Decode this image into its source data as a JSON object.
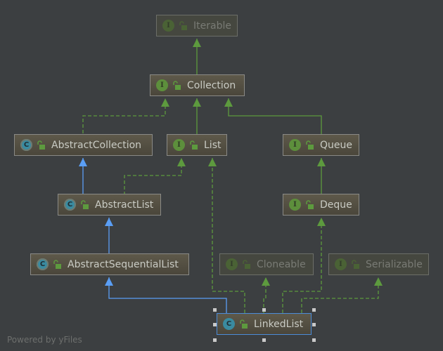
{
  "nodes": {
    "iterable": {
      "label": "Iterable",
      "kind": "I"
    },
    "collection": {
      "label": "Collection",
      "kind": "I"
    },
    "abstract_collection": {
      "label": "AbstractCollection",
      "kind": "C"
    },
    "list": {
      "label": "List",
      "kind": "I"
    },
    "queue": {
      "label": "Queue",
      "kind": "I"
    },
    "abstract_list": {
      "label": "AbstractList",
      "kind": "C"
    },
    "deque": {
      "label": "Deque",
      "kind": "I"
    },
    "abstract_sequential_list": {
      "label": "AbstractSequentialList",
      "kind": "C"
    },
    "cloneable": {
      "label": "Cloneable",
      "kind": "I"
    },
    "serializable": {
      "label": "Serializable",
      "kind": "I"
    },
    "linked_list": {
      "label": "LinkedList",
      "kind": "C"
    }
  },
  "edges": [
    {
      "from": "Collection",
      "to": "Iterable",
      "type": "extends-interface"
    },
    {
      "from": "AbstractCollection",
      "to": "Collection",
      "type": "implements"
    },
    {
      "from": "List",
      "to": "Collection",
      "type": "extends-interface"
    },
    {
      "from": "Queue",
      "to": "Collection",
      "type": "extends-interface"
    },
    {
      "from": "AbstractList",
      "to": "AbstractCollection",
      "type": "extends-class"
    },
    {
      "from": "AbstractList",
      "to": "List",
      "type": "implements"
    },
    {
      "from": "Deque",
      "to": "Queue",
      "type": "extends-interface"
    },
    {
      "from": "AbstractSequentialList",
      "to": "AbstractList",
      "type": "extends-class"
    },
    {
      "from": "LinkedList",
      "to": "AbstractSequentialList",
      "type": "extends-class"
    },
    {
      "from": "LinkedList",
      "to": "List",
      "type": "implements"
    },
    {
      "from": "LinkedList",
      "to": "Deque",
      "type": "implements"
    },
    {
      "from": "LinkedList",
      "to": "Cloneable",
      "type": "implements"
    },
    {
      "from": "LinkedList",
      "to": "Serializable",
      "type": "implements"
    }
  ],
  "colors": {
    "background": "#3c3f41",
    "interface_edge": "#5d9a3e",
    "class_edge": "#5a9ef5",
    "selection": "#4c8cd8"
  },
  "footer": "Powered by yFiles"
}
